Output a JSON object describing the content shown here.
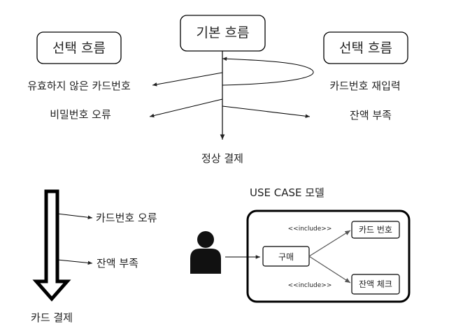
{
  "top_flow": {
    "basic_flow_label": "기본 흐름",
    "left_alt_label": "선택 흐름",
    "right_alt_label": "선택 흐름",
    "branches": {
      "invalid_card": "유효하지 않은 카드번호",
      "reenter_card": "카드번호 재입력",
      "wrong_password": "비밀번호 오류",
      "insufficient_balance": "잔액 부족",
      "normal_payment": "정상 결제"
    }
  },
  "bottom_flow": {
    "card_error": "카드번호 오류",
    "balance_short": "잔액 부족",
    "card_payment": "카드 결제"
  },
  "use_case_model": {
    "title": "USE CASE 모델",
    "purchase": "구매",
    "card_number": "카드 번호",
    "balance_check": "잔액 체크",
    "include_top": "<<include>>",
    "include_bottom": "<<include>>"
  }
}
